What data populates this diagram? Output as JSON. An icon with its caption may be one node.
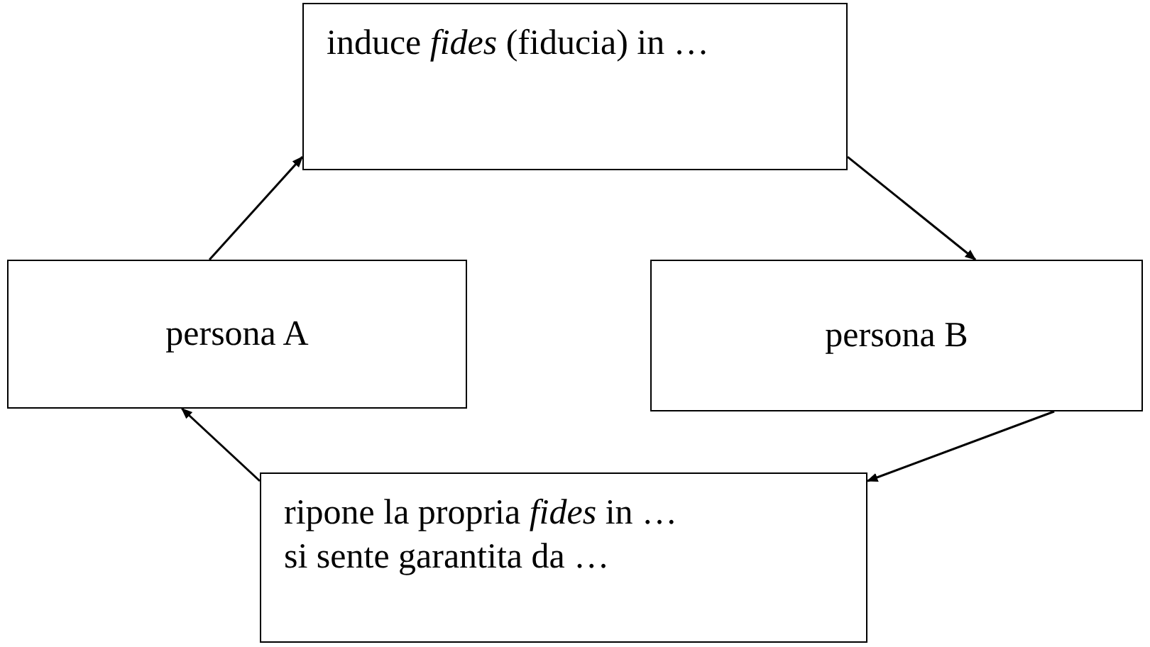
{
  "diagram": {
    "nodes": [
      {
        "text": [
          "induce *fides* (fiducia) in …"
        ]
      },
      {
        "text": [
          "persona A"
        ]
      },
      {
        "text": [
          "persona B"
        ]
      },
      {
        "text": [
          "ripone la propria *fides* in …",
          "si sente garantita da …"
        ]
      }
    ],
    "edges": [
      {
        "from": 1,
        "to": 0,
        "arrow": "to"
      },
      {
        "from": 0,
        "to": 2,
        "arrow": "to"
      },
      {
        "from": 2,
        "to": 3,
        "arrow": "to"
      },
      {
        "from": 3,
        "to": 1,
        "arrow": "to"
      }
    ]
  }
}
